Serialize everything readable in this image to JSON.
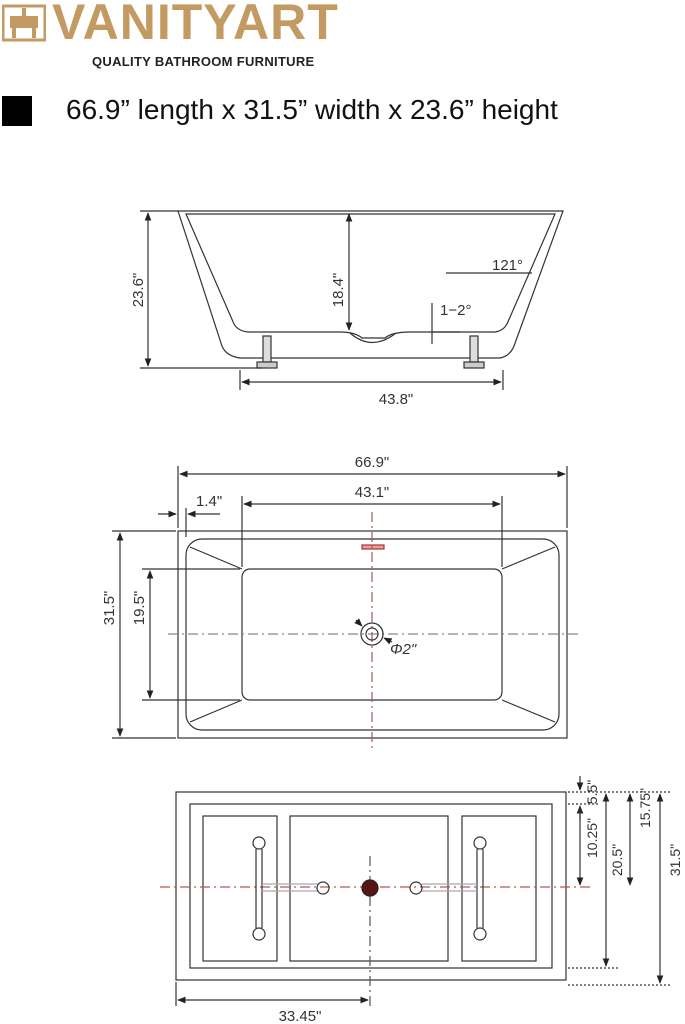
{
  "brand": {
    "name": "VANITYART",
    "tagline": "QUALITY BATHROOM FURNITURE",
    "brand_color": "#c39a62"
  },
  "headline": "66.9” length x 31.5” width x 23.6” height",
  "side_view": {
    "overall_height": "23.6\"",
    "interior_depth": "18.4\"",
    "wall_angle": "121°",
    "floor_slope": "1−2°",
    "base_length": "43.8\""
  },
  "top_view": {
    "overall_length": "66.9\"",
    "rim_width": "1.4\"",
    "interior_length": "43.1\"",
    "overall_width": "31.5\"",
    "interior_width": "19.5\"",
    "drain_diameter": "Φ2\""
  },
  "bottom_view": {
    "offset_small": "5.5\"",
    "offset_a": "10.25\"",
    "offset_b": "15.75\"",
    "offset_c": "20.5\"",
    "overall_width": "31.5\"",
    "half_length": "33.45\""
  }
}
